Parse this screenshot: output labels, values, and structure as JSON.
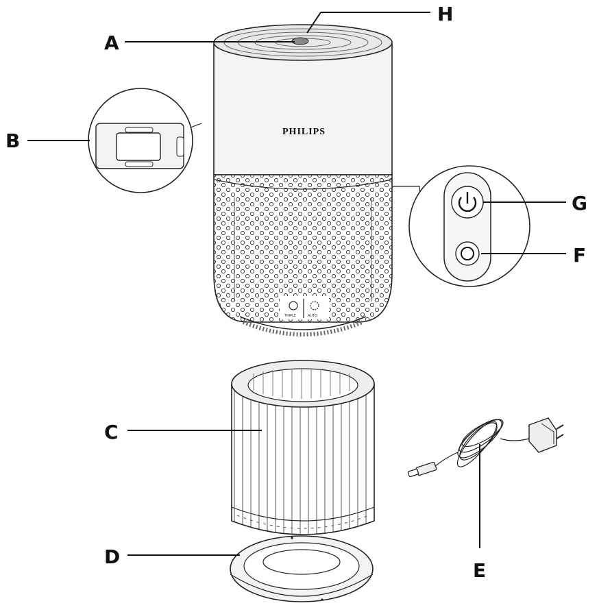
{
  "brand": "PHILIPS",
  "labels": {
    "A": "A",
    "B": "B",
    "C": "C",
    "D": "D",
    "E": "E",
    "F": "F",
    "G": "G",
    "H": "H"
  },
  "base_icons": {
    "left_caption": "TRIPLE",
    "right_caption": "AUTO"
  }
}
